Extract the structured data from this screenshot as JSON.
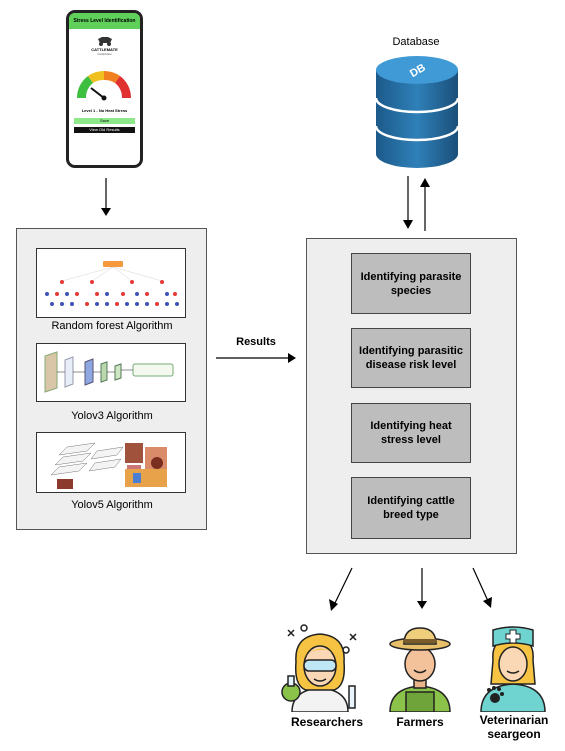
{
  "phone": {
    "app_title": "Stress Level Identification",
    "brand": "CATTLEMATE",
    "brand_sub": "CattleMate",
    "result": "Level 1 - No Heat Stress",
    "primary_button": "Save",
    "secondary_button": "View Old Results"
  },
  "algorithms": [
    {
      "label": "Random forest Algorithm"
    },
    {
      "label": "Yolov3  Algorithm"
    },
    {
      "label": "Yolov5  Algorithm"
    }
  ],
  "results_label": "Results",
  "database_label": "Database",
  "database_icon_text": "DB",
  "tasks": [
    {
      "text": "Identifying parasite species"
    },
    {
      "text": "Identifying parasitic disease risk level"
    },
    {
      "text": "Identifying heat stress level"
    },
    {
      "text": "Identifying cattle breed type"
    }
  ],
  "users": [
    {
      "label": "Researchers",
      "icon": "researcher-icon"
    },
    {
      "label": "Farmers",
      "icon": "farmer-icon"
    },
    {
      "label": "Veterinarian seargeon",
      "icon": "veterinarian-icon"
    }
  ]
}
